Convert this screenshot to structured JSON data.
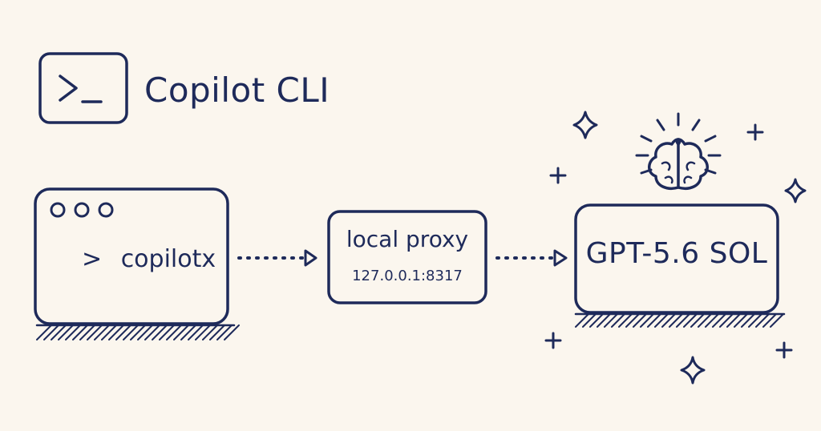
{
  "header": {
    "title": "Copilot CLI",
    "icon": "terminal-icon"
  },
  "terminal": {
    "prompt": ">",
    "command": "copilotx",
    "window_dots": 3
  },
  "proxy": {
    "title": "local proxy",
    "address": "127.0.0.1:8317"
  },
  "model": {
    "name": "GPT-5.6 SOL",
    "icon": "brain-icon",
    "decorations": [
      "sparkle-icon",
      "plus-icon"
    ]
  },
  "colors": {
    "background": "#fbf6ee",
    "ink": "#1e2a5a"
  }
}
